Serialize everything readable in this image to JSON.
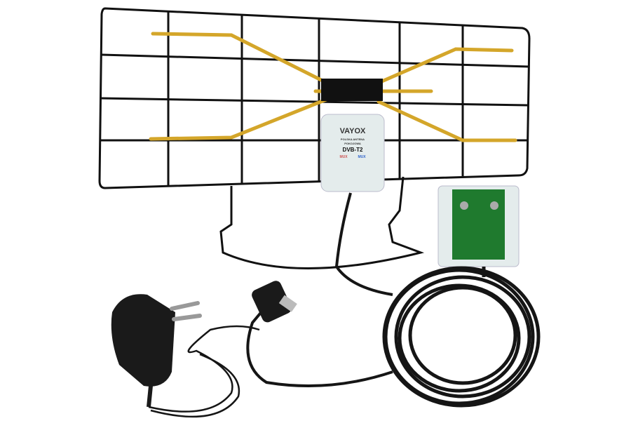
{
  "label": {
    "brand": "VAYOX",
    "line1": "POLSKA ANTENA",
    "line2": "POKOJOWA",
    "standard": "DVB-T2",
    "mux": "MUX"
  },
  "colors": {
    "wire": "#111111",
    "element": "#d4a62a",
    "cable": "#151515",
    "pcb": "#1f7a2e",
    "housing": "#e6eeee"
  }
}
